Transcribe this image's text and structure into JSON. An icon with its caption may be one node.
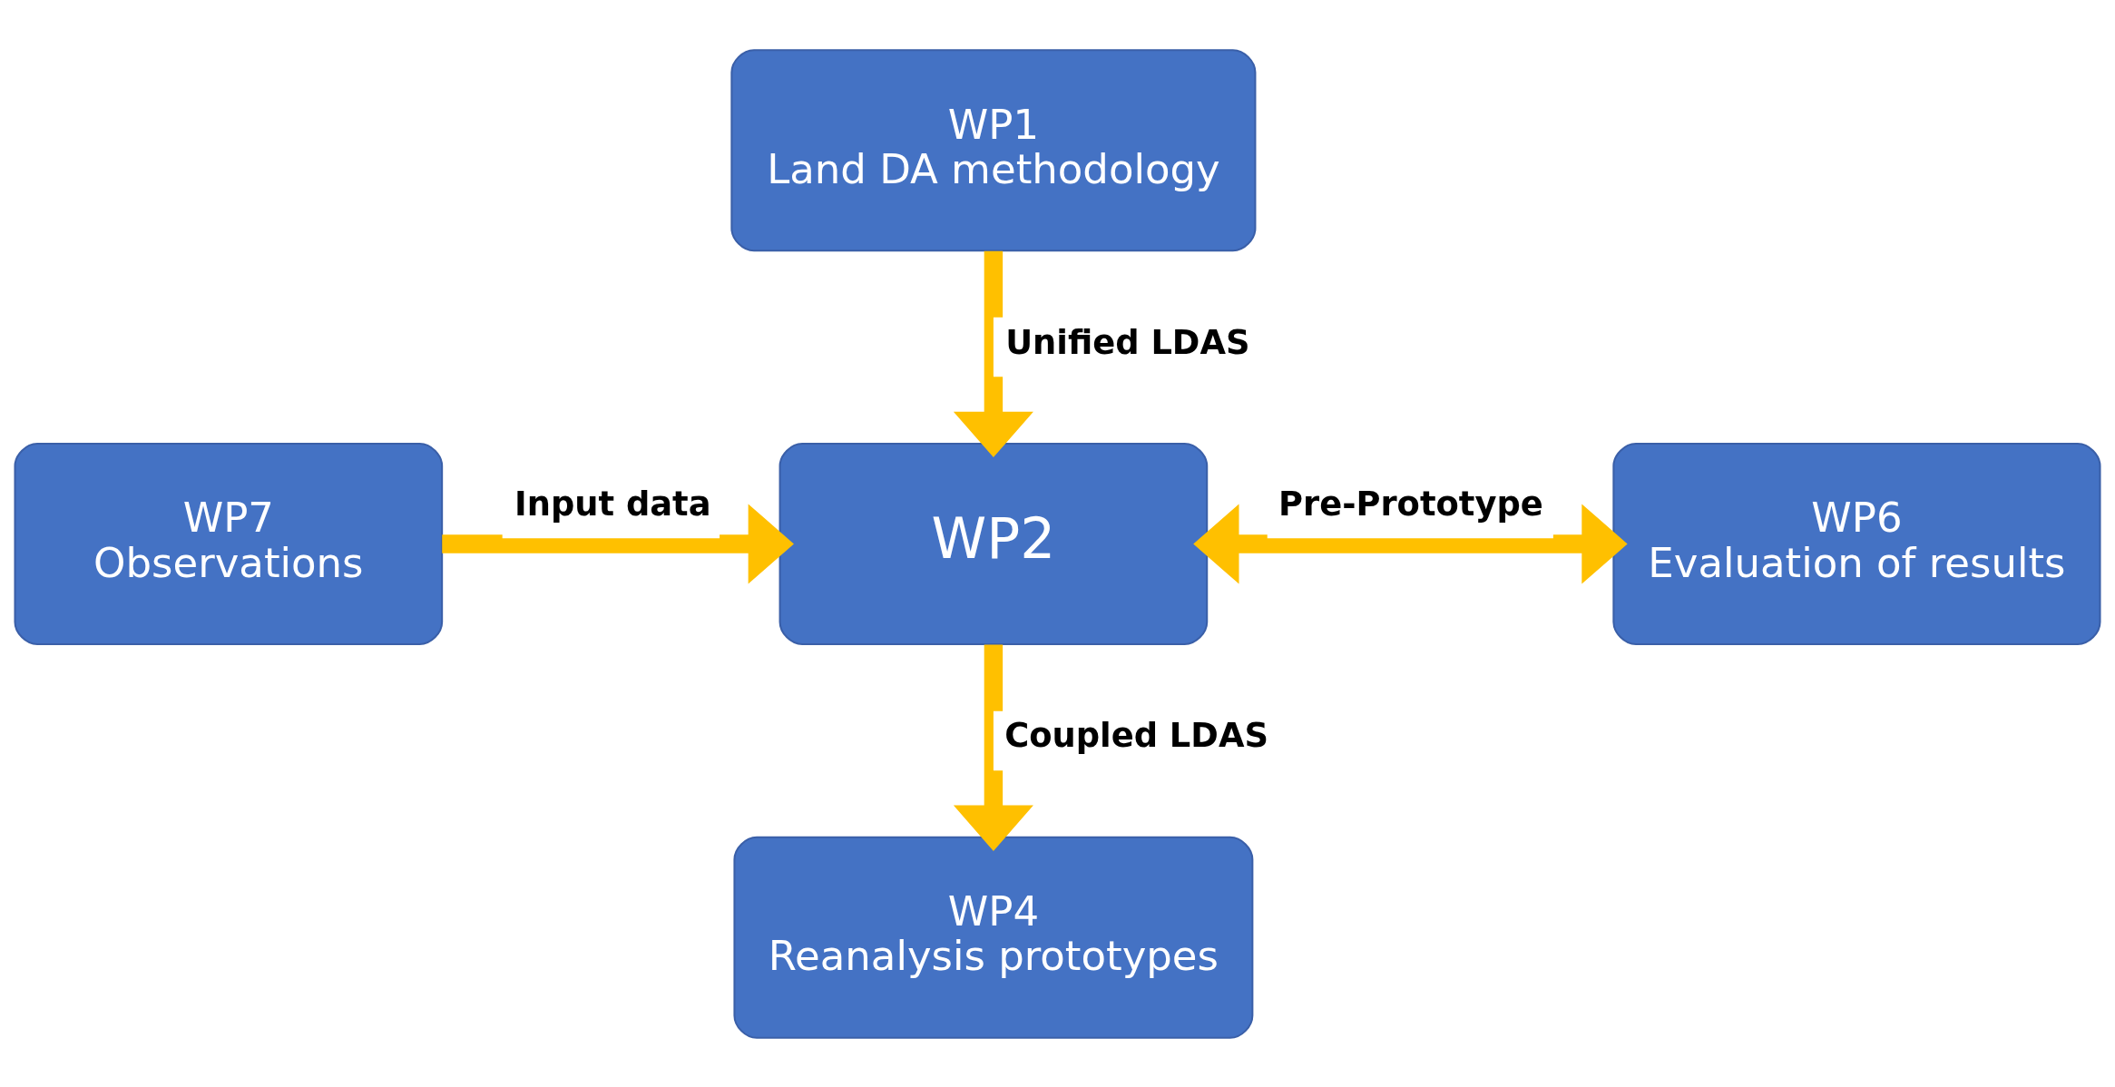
{
  "diagram": {
    "nodes": [
      {
        "text": [
          "WP1",
          "Land DA methodology"
        ]
      },
      {
        "text": [
          "WP7",
          "Observations"
        ]
      },
      {
        "text": [
          "WP2"
        ]
      },
      {
        "text": [
          "WP6",
          "Evaluation of results"
        ]
      },
      {
        "text": [
          "WP4",
          "Reanalysis prototypes"
        ]
      }
    ],
    "edges": [
      {
        "from": 0,
        "to": 2,
        "arrow": "to",
        "label": "Unified LDAS"
      },
      {
        "from": 1,
        "to": 2,
        "arrow": "to",
        "label": "Input data"
      },
      {
        "from": 2,
        "to": 3,
        "arrow": "both",
        "label": "Pre-Prototype"
      },
      {
        "from": 2,
        "to": 4,
        "arrow": "to",
        "label": "Coupled LDAS"
      }
    ]
  }
}
